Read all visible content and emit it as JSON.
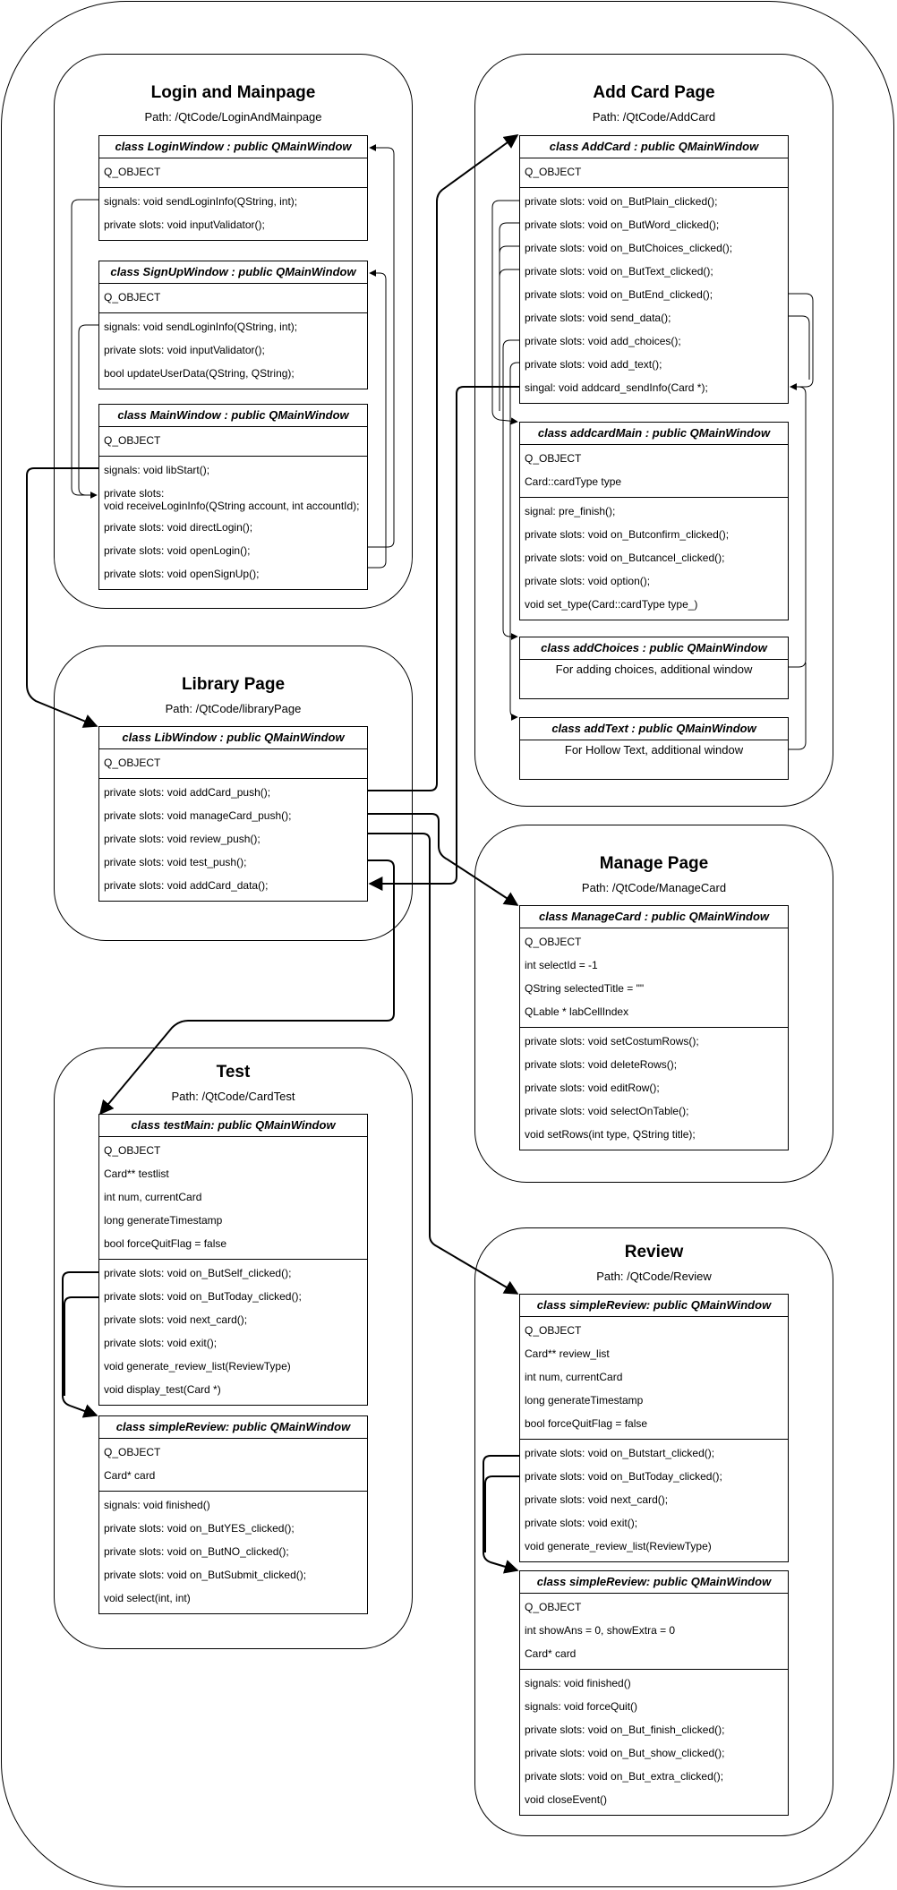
{
  "groups": {
    "login": {
      "title": "Login and Mainpage",
      "path": "Path: /QtCode/LoginAndMainpage",
      "login_window": {
        "header": "class LoginWindow : public QMainWindow",
        "attrs": [
          "Q_OBJECT"
        ],
        "methods": [
          "signals: void sendLoginInfo(QString, int);",
          "private slots: void inputValidator();"
        ]
      },
      "signup_window": {
        "header": "class SignUpWindow : public QMainWindow",
        "attrs": [
          "Q_OBJECT"
        ],
        "methods": [
          "signals: void sendLoginInfo(QString, int);",
          "private slots: void inputValidator();",
          "bool updateUserData(QString, QString);"
        ]
      },
      "main_window": {
        "header": "class MainWindow : public QMainWindow",
        "attrs": [
          "Q_OBJECT"
        ],
        "methods": [
          "signals: void libStart();",
          "private slots:\nvoid receiveLoginInfo(QString account, int accountId);",
          "private slots: void directLogin();",
          "private slots: void openLogin();",
          "private slots: void openSignUp();"
        ]
      }
    },
    "library": {
      "title": "Library Page",
      "path": "Path: /QtCode/libraryPage",
      "lib_window": {
        "header": "class LibWindow : public QMainWindow",
        "attrs": [
          "Q_OBJECT"
        ],
        "methods": [
          "private slots: void addCard_push();",
          "private slots: void manageCard_push();",
          "private slots: void review_push();",
          "private slots: void test_push();",
          "private slots: void addCard_data();"
        ]
      }
    },
    "test": {
      "title": "Test",
      "path": "Path: /QtCode/CardTest",
      "test_main": {
        "header": "class testMain: public QMainWindow",
        "attrs": [
          "Q_OBJECT",
          "Card** testlist",
          "int num, currentCard",
          "long generateTimestamp",
          "bool forceQuitFlag = false"
        ],
        "methods": [
          "private slots: void on_ButSelf_clicked();",
          "private slots: void on_ButToday_clicked();",
          "private slots: void next_card();",
          "private slots: void exit();",
          "void generate_review_list(ReviewType)",
          "void display_test(Card *)"
        ]
      },
      "simple_review": {
        "header": "class simpleReview: public QMainWindow",
        "attrs": [
          "Q_OBJECT",
          "Card* card"
        ],
        "methods": [
          "signals: void finished()",
          "private slots: void on_ButYES_clicked();",
          "private slots: void on_ButNO_clicked();",
          "private slots: void on_ButSubmit_clicked();",
          "void select(int, int)"
        ]
      }
    },
    "addcard": {
      "title": "Add Card Page",
      "path": "Path: /QtCode/AddCard",
      "add_card": {
        "header": "class AddCard : public QMainWindow",
        "attrs": [
          "Q_OBJECT"
        ],
        "methods": [
          "private slots: void on_ButPlain_clicked();",
          "private slots: void on_ButWord_clicked();",
          "private slots: void on_ButChoices_clicked();",
          "private slots: void on_ButText_clicked();",
          "private slots: void on_ButEnd_clicked();",
          "private slots: void send_data();",
          "private slots: void add_choices();",
          "private slots: void add_text();",
          "singal: void addcard_sendInfo(Card *);"
        ]
      },
      "addcard_main": {
        "header": "class addcardMain : public QMainWindow",
        "attrs": [
          "Q_OBJECT",
          "Card::cardType type"
        ],
        "methods": [
          "signal: pre_finish();",
          "private slots: void on_Butconfirm_clicked();",
          "private slots: void on_Butcancel_clicked();",
          "private slots: void option();",
          "void set_type(Card::cardType type_)"
        ]
      },
      "add_choices": {
        "header": "class addChoices : public QMainWindow",
        "note": "For adding choices, additional window"
      },
      "add_text": {
        "header": "class addText : public QMainWindow",
        "note": "For Hollow Text, additional window"
      }
    },
    "manage": {
      "title": "Manage Page",
      "path": "Path: /QtCode/ManageCard",
      "manage_card": {
        "header": "class ManageCard : public QMainWindow",
        "attrs": [
          "Q_OBJECT",
          "int selectId = -1",
          "QString selectedTitle = \"\"",
          "QLable * labCellIndex"
        ],
        "methods": [
          "private slots: void setCostumRows();",
          "private slots: void deleteRows();",
          "private slots: void editRow();",
          "private slots: void selectOnTable();",
          "void setRows(int type, QString title);"
        ]
      }
    },
    "review": {
      "title": "Review",
      "path": "Path: /QtCode/Review",
      "simple_review_main": {
        "header": "class simpleReview: public QMainWindow",
        "attrs": [
          "Q_OBJECT",
          "Card** review_list",
          "int num, currentCard",
          "long generateTimestamp",
          "bool forceQuitFlag = false"
        ],
        "methods": [
          "private slots: void on_Butstart_clicked();",
          "private slots: void on_ButToday_clicked();",
          "private slots: void next_card();",
          "private slots: void exit();",
          "void generate_review_list(ReviewType)"
        ]
      },
      "simple_review_card": {
        "header": "class simpleReview: public QMainWindow",
        "attrs": [
          "Q_OBJECT",
          "int showAns = 0, showExtra = 0",
          "Card* card"
        ],
        "methods": [
          "signals: void finished()",
          "signals: void forceQuit()",
          "private slots: void on_But_finish_clicked();",
          "private slots: void on_But_show_clicked();",
          "private slots: void on_But_extra_clicked();",
          "void closeEvent()"
        ]
      }
    }
  }
}
